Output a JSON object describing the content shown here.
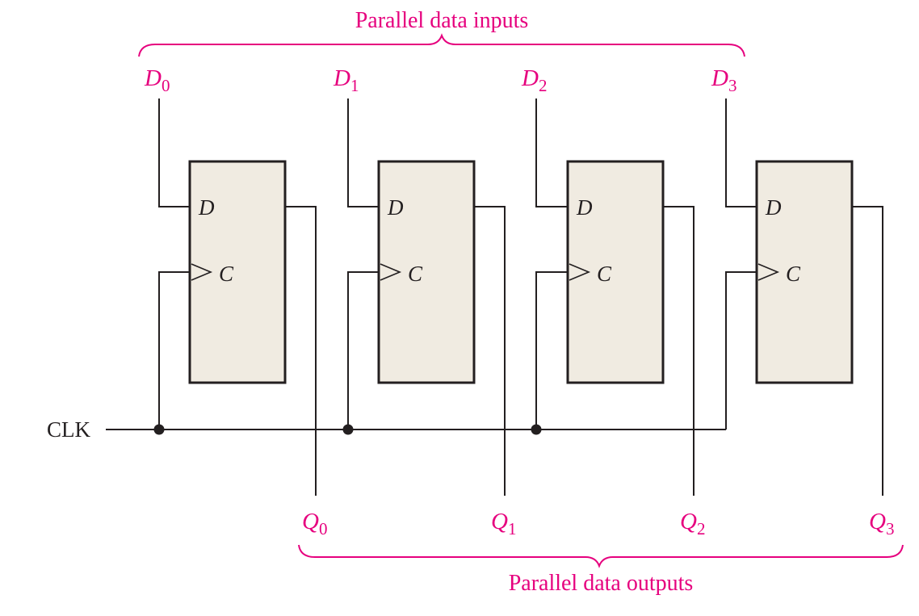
{
  "captions": {
    "inputs": "Parallel data inputs",
    "outputs": "Parallel data outputs"
  },
  "clock_label": "CLK",
  "flip_flops": [
    {
      "d_pin": "D",
      "c_pin": "C",
      "input": {
        "sym": "D",
        "sub": "0"
      },
      "output": {
        "sym": "Q",
        "sub": "0"
      }
    },
    {
      "d_pin": "D",
      "c_pin": "C",
      "input": {
        "sym": "D",
        "sub": "1"
      },
      "output": {
        "sym": "Q",
        "sub": "1"
      }
    },
    {
      "d_pin": "D",
      "c_pin": "C",
      "input": {
        "sym": "D",
        "sub": "2"
      },
      "output": {
        "sym": "Q",
        "sub": "2"
      }
    },
    {
      "d_pin": "D",
      "c_pin": "C",
      "input": {
        "sym": "D",
        "sub": "3"
      },
      "output": {
        "sym": "Q",
        "sub": "3"
      }
    }
  ],
  "colors": {
    "ink": "#231f20",
    "accent": "#e6007e",
    "box_fill": "#f0ebe1"
  }
}
